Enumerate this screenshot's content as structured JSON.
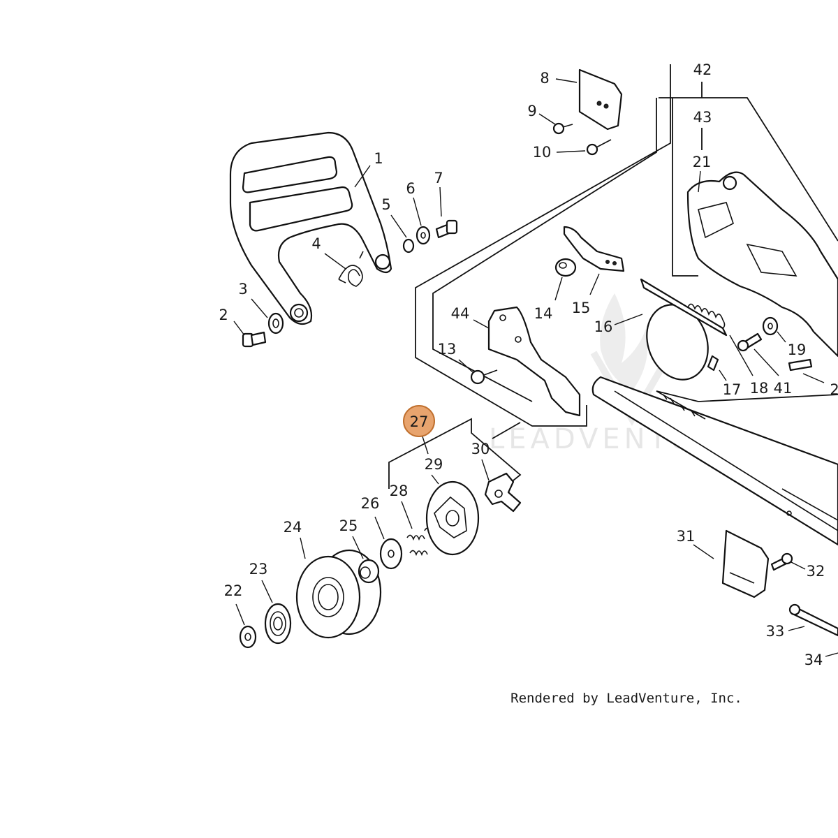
{
  "callouts": [
    {
      "id": "c1",
      "text": "1"
    },
    {
      "id": "c2",
      "text": "2"
    },
    {
      "id": "c3",
      "text": "3"
    },
    {
      "id": "c4",
      "text": "4"
    },
    {
      "id": "c5",
      "text": "5"
    },
    {
      "id": "c6",
      "text": "6"
    },
    {
      "id": "c7",
      "text": "7"
    },
    {
      "id": "c8",
      "text": "8"
    },
    {
      "id": "c9",
      "text": "9"
    },
    {
      "id": "c10",
      "text": "10"
    },
    {
      "id": "c13",
      "text": "13"
    },
    {
      "id": "c14",
      "text": "14"
    },
    {
      "id": "c15",
      "text": "15"
    },
    {
      "id": "c16",
      "text": "16"
    },
    {
      "id": "c17",
      "text": "17"
    },
    {
      "id": "c18",
      "text": "18"
    },
    {
      "id": "c19",
      "text": "19"
    },
    {
      "id": "c20",
      "text": "2"
    },
    {
      "id": "c21",
      "text": "21"
    },
    {
      "id": "c22",
      "text": "22"
    },
    {
      "id": "c23",
      "text": "23"
    },
    {
      "id": "c24",
      "text": "24"
    },
    {
      "id": "c25",
      "text": "25"
    },
    {
      "id": "c26",
      "text": "26"
    },
    {
      "id": "c27",
      "text": "27"
    },
    {
      "id": "c28",
      "text": "28"
    },
    {
      "id": "c29",
      "text": "29"
    },
    {
      "id": "c30",
      "text": "30"
    },
    {
      "id": "c31",
      "text": "31"
    },
    {
      "id": "c32",
      "text": "32"
    },
    {
      "id": "c33",
      "text": "33"
    },
    {
      "id": "c34",
      "text": "34"
    },
    {
      "id": "c41",
      "text": "41"
    },
    {
      "id": "c42",
      "text": "42"
    },
    {
      "id": "c43",
      "text": "43"
    },
    {
      "id": "c44",
      "text": "44"
    }
  ],
  "highlighted_callout": "c27",
  "highlight_color": "#e8a46e",
  "highlight_stroke": "#c0702e",
  "credit": "Rendered by LeadVenture, Inc.",
  "watermark": "LEADVENTURE"
}
